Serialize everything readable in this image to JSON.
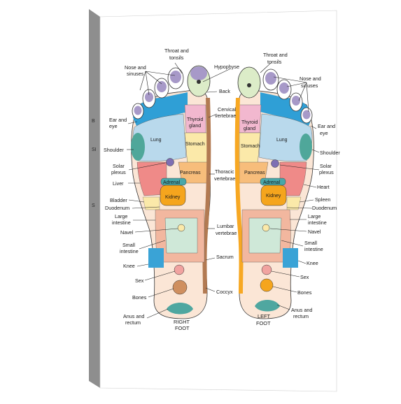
{
  "right_foot": {
    "title_lines": [
      "RIGHT",
      "FOOT"
    ],
    "zones": {
      "thyroid": [
        "Thyroid",
        "gland"
      ],
      "lung": "Lung",
      "stomach": "Stomach",
      "pancreas": "Pancreas",
      "adrenal": "Adrenal",
      "kidney": "Kidney"
    },
    "labels": {
      "throat": [
        "Throat and",
        "tonsils"
      ],
      "nose": [
        "Nose and",
        "sinuses"
      ],
      "hypophyse": "Hypophyse",
      "back": "Back",
      "cervical": [
        "Cervical",
        "vertebrae"
      ],
      "ear_eye": [
        "Ear and",
        "eye"
      ],
      "shoulder": "Shoulder",
      "solar": [
        "Solar",
        "plexus"
      ],
      "liver": "Liver",
      "thoracic": [
        "Thoracic",
        "vertebrae"
      ],
      "bladder": "Bladder",
      "duodenum": "Duodenum",
      "large_int": [
        "Large",
        "intestine"
      ],
      "navel": "Navel",
      "lumbar": [
        "Lumbar",
        "vertebrae"
      ],
      "small_int": [
        "Small",
        "intestine"
      ],
      "sacrum": "Sacrum",
      "knee": "Knee",
      "sex": "Sex",
      "coccyx": "Coccyx",
      "bones": "Bones",
      "anus": [
        "Anus and",
        "rectum"
      ]
    }
  },
  "left_foot": {
    "title_lines": [
      "LEFT",
      "FOOT"
    ],
    "zones": {
      "thyroid": [
        "Thyroid",
        "gland"
      ],
      "lung": "Lung",
      "stomach": "Stomach",
      "pancreas": "Pancreas",
      "adrenal": "Adrenal",
      "kidney": "Kidney"
    },
    "labels": {
      "throat": [
        "Throat and",
        "tonsils"
      ],
      "nose": [
        "Nose and",
        "sinuses"
      ],
      "ear_eye": [
        "Ear and",
        "eye"
      ],
      "shoulder": "Shoulder",
      "solar": [
        "Solar",
        "plexus"
      ],
      "heart": "Heart",
      "spleen": "Spleen",
      "duodenum": "Duodenum",
      "large_int": [
        "Large",
        "intestine"
      ],
      "navel": "Navel",
      "small_int": [
        "Small",
        "intestine"
      ],
      "knee": "Knee",
      "sex": "Sex",
      "bones": "Bones",
      "anus": [
        "Anus and",
        "rectum"
      ]
    }
  },
  "canvas_edge_marks": [
    "S",
    "SI",
    "B"
  ],
  "colors": {
    "canvas_edge": "#8e8e8e",
    "lung": "#b9d9ec",
    "ear_blue": "#2f9fd6",
    "shoulder": "#4fa79a",
    "thyroid": "#f2b8cf",
    "stomach": "#fbe9a9",
    "pancreas": "#f7bd7b",
    "adrenal": "#49a7a9",
    "kidney": "#f5a51d",
    "liver": "#ef8a88",
    "spine": "#b27a52",
    "spine_left": "#f7a823",
    "intestine": "#f2b79f",
    "navel_zone": "#cfe8d8",
    "knee": "#3aa3d6",
    "sex": "#f1a3a0",
    "bones": "#cf8f5f",
    "anus": "#4fa7a0",
    "toe_purple": "#a799c8",
    "hypophyse": "#dcecc8",
    "heel": "#fbe6d6"
  }
}
